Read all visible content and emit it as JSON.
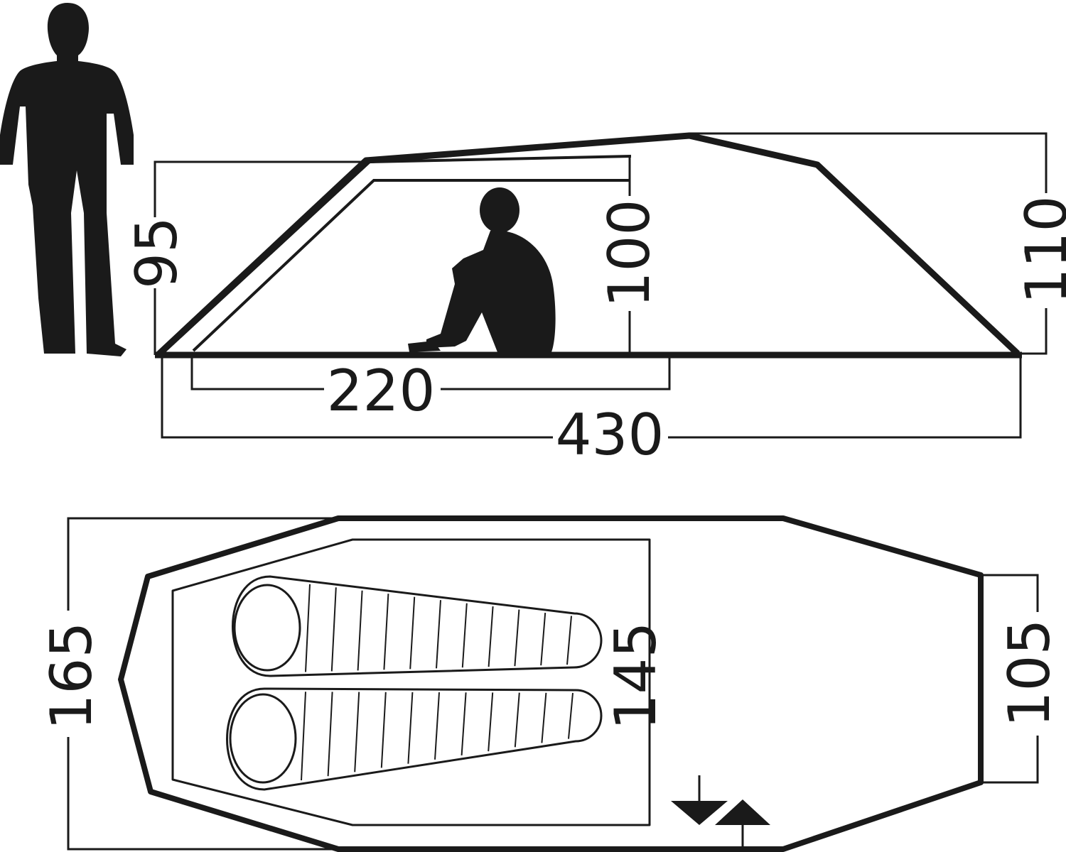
{
  "side_view": {
    "inner_front_height": "95",
    "inner_peak_height": "100",
    "outer_height": "110",
    "inner_length": "220",
    "outer_length": "430"
  },
  "floor_plan": {
    "outer_width": "165",
    "inner_width": "145",
    "vestibule_width": "105"
  },
  "colors": {
    "ink": "#1a1a1a",
    "background": "#ffffff"
  },
  "icons": [
    "standing-person-icon",
    "sitting-person-icon",
    "sleeping-bag-icon",
    "door-entry-arrows-icon"
  ]
}
